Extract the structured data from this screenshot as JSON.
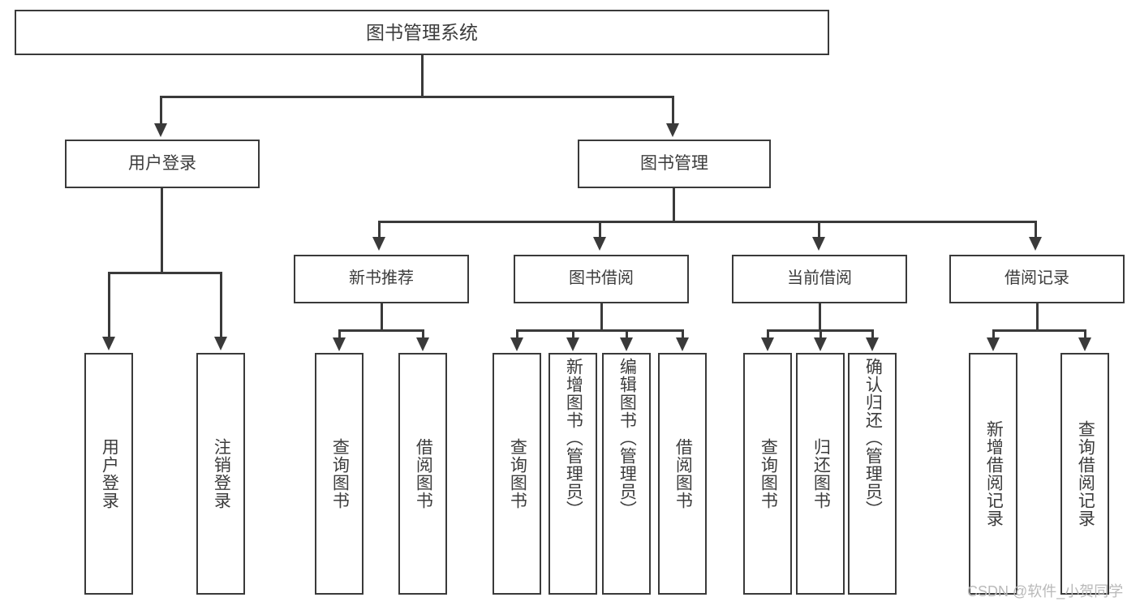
{
  "diagram": {
    "type": "tree",
    "title": "图书管理系统",
    "root": {
      "label": "图书管理系统"
    },
    "level2": [
      {
        "label": "用户登录"
      },
      {
        "label": "图书管理"
      }
    ],
    "level3": [
      {
        "label": "新书推荐"
      },
      {
        "label": "图书借阅"
      },
      {
        "label": "当前借阅"
      },
      {
        "label": "借阅记录"
      }
    ],
    "leaves": {
      "user_login": [
        {
          "label": "用户登录"
        },
        {
          "label": "注销登录"
        }
      ],
      "new_book_recommend": [
        {
          "label": "查询图书"
        },
        {
          "label": "借阅图书"
        }
      ],
      "book_borrow": [
        {
          "label": "查询图书"
        },
        {
          "label": "新增图书（管理员）"
        },
        {
          "label": "编辑图书（管理员）"
        },
        {
          "label": "借阅图书"
        }
      ],
      "current_borrow": [
        {
          "label": "查询图书"
        },
        {
          "label": "归还图书"
        },
        {
          "label": "确认归还（管理员）"
        }
      ],
      "borrow_records": [
        {
          "label": "新增借阅记录"
        },
        {
          "label": "查询借阅记录"
        }
      ]
    }
  },
  "watermark": {
    "text": "CSDN @软件_小贺同学"
  },
  "colors": {
    "stroke": "#3a3a3a",
    "text": "#3c3c3c",
    "background": "#ffffff",
    "watermark": "#b9b9b9"
  }
}
